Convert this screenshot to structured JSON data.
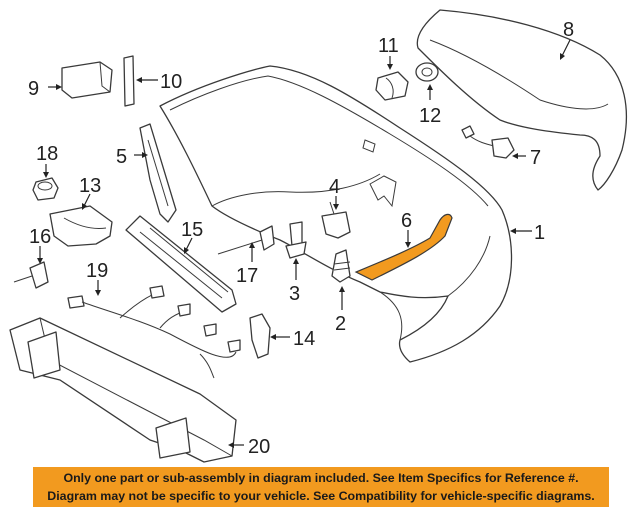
{
  "callouts": [
    {
      "id": "1",
      "label": "1"
    },
    {
      "id": "2",
      "label": "2"
    },
    {
      "id": "3",
      "label": "3"
    },
    {
      "id": "4",
      "label": "4"
    },
    {
      "id": "5",
      "label": "5"
    },
    {
      "id": "6",
      "label": "6"
    },
    {
      "id": "7",
      "label": "7"
    },
    {
      "id": "8",
      "label": "8"
    },
    {
      "id": "9",
      "label": "9"
    },
    {
      "id": "10",
      "label": "10"
    },
    {
      "id": "11",
      "label": "11"
    },
    {
      "id": "12",
      "label": "12"
    },
    {
      "id": "13",
      "label": "13"
    },
    {
      "id": "14",
      "label": "14"
    },
    {
      "id": "15",
      "label": "15"
    },
    {
      "id": "16",
      "label": "16"
    },
    {
      "id": "17",
      "label": "17"
    },
    {
      "id": "18",
      "label": "18"
    },
    {
      "id": "19",
      "label": "19"
    },
    {
      "id": "20",
      "label": "20"
    }
  ],
  "highlight_color": "#f29a1f",
  "notice": {
    "line1": "Only one part or sub-assembly in diagram included. See Item Specifics for Reference #.",
    "line2": "Diagram may not be specific to your vehicle. See Compatibility for vehicle-specific diagrams."
  }
}
